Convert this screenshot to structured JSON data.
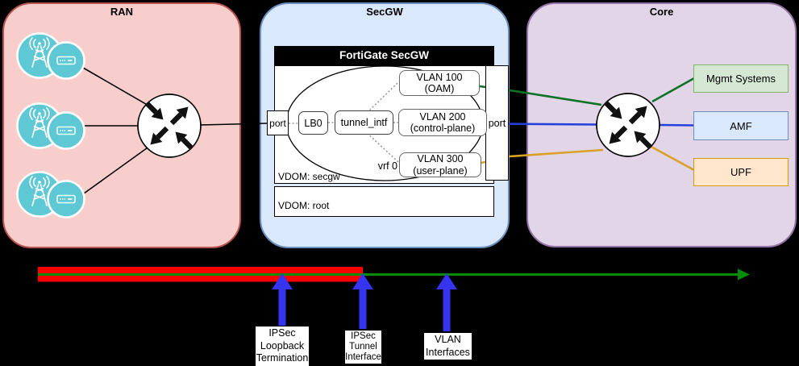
{
  "ran": {
    "title": "RAN"
  },
  "secgw": {
    "title": "SecGW",
    "fortigate_title": "FortiGate SecGW",
    "port_in_label": "port",
    "port_out_label": "port",
    "lb0_label": "LB0",
    "tunnel_label": "tunnel_intf",
    "vrf_label": "vrf 0",
    "vdom_secgw_label": "VDOM: secgw",
    "vdom_root_label": "VDOM: root",
    "vlans": [
      {
        "label": "VLAN 100\n(OAM)"
      },
      {
        "label": "VLAN 200\n(control-plane)"
      },
      {
        "label": "VLAN 300\n(user-plane)"
      }
    ]
  },
  "core": {
    "title": "Core",
    "systems": [
      {
        "label": "Mgmt Systems",
        "fill": "#D5E8D4",
        "border": "#82B366"
      },
      {
        "label": "AMF",
        "fill": "#DAE8FC",
        "border": "#6C8EBF"
      },
      {
        "label": "UPF",
        "fill": "#FFE6CC",
        "border": "#D79B00"
      }
    ]
  },
  "annotations": [
    {
      "label": "IPSec\nLoopback\nTermination"
    },
    {
      "label": "IPSec\nTunnel\nInterface"
    },
    {
      "label": "VLAN\nInterfaces"
    }
  ],
  "colors": {
    "ipsec_span_bar": "#FB0100",
    "timeline_arrow": "#068C06",
    "pointer_arrow": "#3534F1",
    "oam_line": "#0E7226",
    "control_plane_line": "#2440DB",
    "user_plane_line": "#D9A127",
    "ran_panel": "#F8CECC",
    "secgw_panel": "#DAE8FC",
    "core_panel": "#E1D5E7",
    "base_station": "#5EC8D4"
  }
}
